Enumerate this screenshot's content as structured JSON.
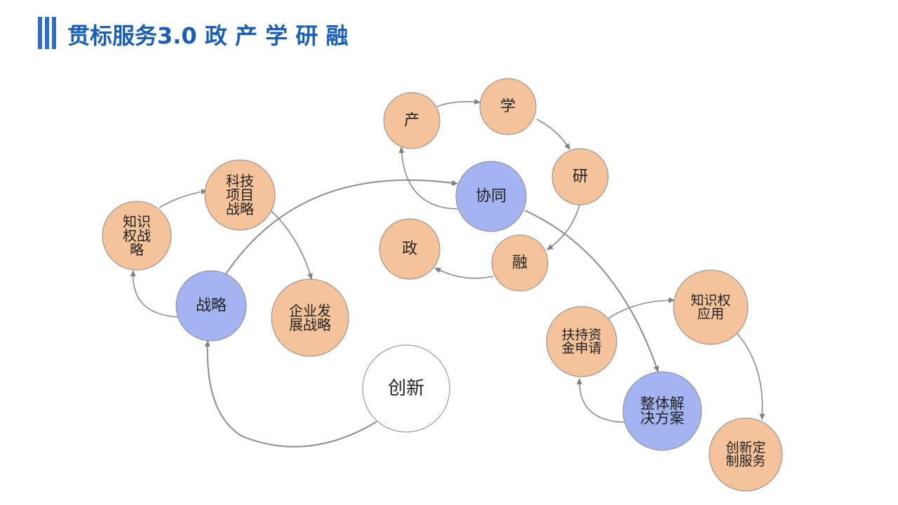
{
  "header": {
    "title": "贯标服务3.0  政 产 学 研 融"
  },
  "colors": {
    "accent": "#2f6fc6",
    "title": "#1a5fb4",
    "orange_node": "#f4c399",
    "blue_node": "#a3b4f0",
    "white_node": "#ffffff",
    "node_stroke": "#8a8a8a",
    "arrow": "#808080"
  },
  "diagram": {
    "nodes": [
      {
        "id": "chan",
        "lines": [
          "产"
        ],
        "kind": "orange"
      },
      {
        "id": "xue",
        "lines": [
          "学"
        ],
        "kind": "orange"
      },
      {
        "id": "yan",
        "lines": [
          "研"
        ],
        "kind": "orange"
      },
      {
        "id": "xietong",
        "lines": [
          "协同"
        ],
        "kind": "blue"
      },
      {
        "id": "zheng",
        "lines": [
          "政"
        ],
        "kind": "orange"
      },
      {
        "id": "rong",
        "lines": [
          "融"
        ],
        "kind": "orange"
      },
      {
        "id": "kjxm",
        "lines": [
          "科技",
          "项目",
          "战略"
        ],
        "kind": "orange"
      },
      {
        "id": "zscq",
        "lines": [
          "知识",
          "权战",
          "略"
        ],
        "kind": "orange"
      },
      {
        "id": "zhanlue",
        "lines": [
          "战略"
        ],
        "kind": "blue"
      },
      {
        "id": "qyfz",
        "lines": [
          "企业发",
          "展战略"
        ],
        "kind": "orange"
      },
      {
        "id": "chuangxin",
        "lines": [
          "创新"
        ],
        "kind": "white"
      },
      {
        "id": "fczj",
        "lines": [
          "扶持资",
          "金申请"
        ],
        "kind": "orange"
      },
      {
        "id": "zsqyy",
        "lines": [
          "知识权",
          "应用"
        ],
        "kind": "orange"
      },
      {
        "id": "ztjj",
        "lines": [
          "整体解",
          "决方案"
        ],
        "kind": "blue"
      },
      {
        "id": "cxdz",
        "lines": [
          "创新定",
          "制服务"
        ],
        "kind": "orange"
      }
    ]
  }
}
